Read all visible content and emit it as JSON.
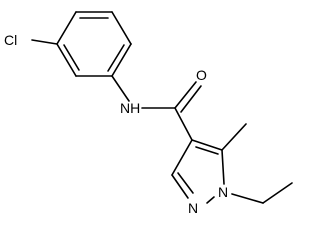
{
  "molecule": {
    "atom_labels": {
      "chlorine": "Cl",
      "amide_nitrogen": "NH",
      "carbonyl_oxygen": "O",
      "ring_nitrogen_1": "N",
      "ring_nitrogen_2": "N"
    }
  }
}
